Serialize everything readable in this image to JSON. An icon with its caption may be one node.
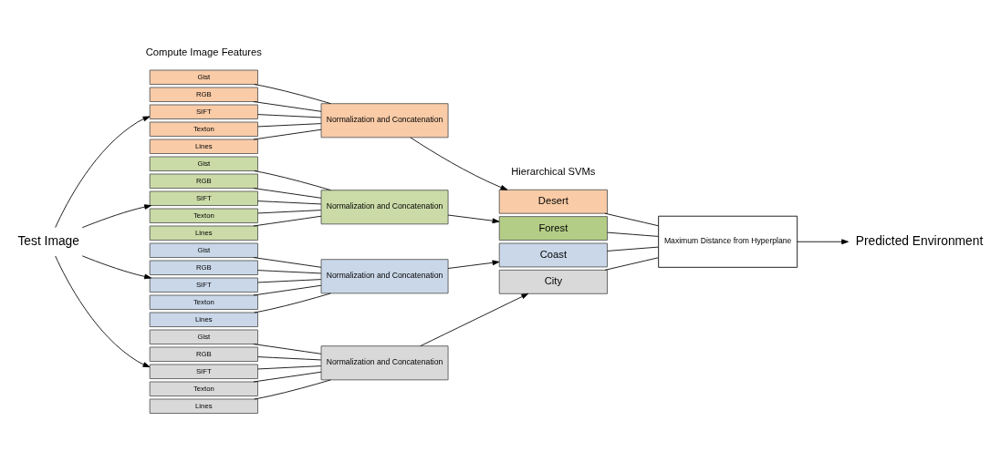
{
  "diagram": {
    "nodes": [
      {
        "text": [
          "Test Image"
        ]
      },
      {
        "text": [
          "Gist"
        ]
      },
      {
        "text": [
          "RGB"
        ]
      },
      {
        "text": [
          "SIFT"
        ]
      },
      {
        "text": [
          "Texton"
        ]
      },
      {
        "text": [
          "Lines"
        ]
      },
      {
        "text": [
          "Normalization and Concatenation"
        ]
      },
      {
        "text": [
          "Gist"
        ]
      },
      {
        "text": [
          "RGB"
        ]
      },
      {
        "text": [
          "SIFT"
        ]
      },
      {
        "text": [
          "Texton"
        ]
      },
      {
        "text": [
          "Lines"
        ]
      },
      {
        "text": [
          "Normalization and Concatenation"
        ]
      },
      {
        "text": [
          "Gist"
        ]
      },
      {
        "text": [
          "RGB"
        ]
      },
      {
        "text": [
          "SIFT"
        ]
      },
      {
        "text": [
          "Texton"
        ]
      },
      {
        "text": [
          "Lines"
        ]
      },
      {
        "text": [
          "Normalization and Concatenation"
        ]
      },
      {
        "text": [
          "Gist"
        ]
      },
      {
        "text": [
          "RGB"
        ]
      },
      {
        "text": [
          "SIFT"
        ]
      },
      {
        "text": [
          "Texton"
        ]
      },
      {
        "text": [
          "Lines"
        ]
      },
      {
        "text": [
          "Normalization and Concatenation"
        ]
      },
      {
        "text": [
          "Desert"
        ]
      },
      {
        "text": [
          "Forest"
        ]
      },
      {
        "text": [
          "Coast"
        ]
      },
      {
        "text": [
          "City"
        ]
      },
      {
        "text": [
          "Maximum Distance from Hyperplane"
        ]
      },
      {
        "text": [
          "Predicted Environment"
        ]
      }
    ],
    "edges": [
      {
        "from": 0,
        "to": 3,
        "arrow": "to"
      },
      {
        "from": 0,
        "to": 9,
        "arrow": "to"
      },
      {
        "from": 0,
        "to": 15,
        "arrow": "to"
      },
      {
        "from": 0,
        "to": 21,
        "arrow": "to"
      },
      {
        "from": 1,
        "to": 6,
        "arrow": "none"
      },
      {
        "from": 2,
        "to": 6,
        "arrow": "none"
      },
      {
        "from": 3,
        "to": 6,
        "arrow": "none"
      },
      {
        "from": 4,
        "to": 6,
        "arrow": "none"
      },
      {
        "from": 5,
        "to": 6,
        "arrow": "none"
      },
      {
        "from": 7,
        "to": 12,
        "arrow": "none"
      },
      {
        "from": 8,
        "to": 12,
        "arrow": "none"
      },
      {
        "from": 9,
        "to": 12,
        "arrow": "none"
      },
      {
        "from": 10,
        "to": 12,
        "arrow": "none"
      },
      {
        "from": 11,
        "to": 12,
        "arrow": "none"
      },
      {
        "from": 13,
        "to": 18,
        "arrow": "none"
      },
      {
        "from": 14,
        "to": 18,
        "arrow": "none"
      },
      {
        "from": 15,
        "to": 18,
        "arrow": "none"
      },
      {
        "from": 16,
        "to": 18,
        "arrow": "none"
      },
      {
        "from": 17,
        "to": 18,
        "arrow": "none"
      },
      {
        "from": 19,
        "to": 24,
        "arrow": "none"
      },
      {
        "from": 20,
        "to": 24,
        "arrow": "none"
      },
      {
        "from": 21,
        "to": 24,
        "arrow": "none"
      },
      {
        "from": 22,
        "to": 24,
        "arrow": "none"
      },
      {
        "from": 23,
        "to": 24,
        "arrow": "none"
      },
      {
        "from": 6,
        "to": 25,
        "arrow": "to"
      },
      {
        "from": 12,
        "to": 26,
        "arrow": "to"
      },
      {
        "from": 18,
        "to": 27,
        "arrow": "to"
      },
      {
        "from": 24,
        "to": 28,
        "arrow": "to"
      },
      {
        "from": 25,
        "to": 29,
        "arrow": "none"
      },
      {
        "from": 26,
        "to": 29,
        "arrow": "none"
      },
      {
        "from": 27,
        "to": 29,
        "arrow": "none"
      },
      {
        "from": 28,
        "to": 29,
        "arrow": "none"
      },
      {
        "from": 29,
        "to": 30,
        "arrow": "to"
      }
    ],
    "labels": [
      "Compute Image Features",
      "Hierarchical SVMs"
    ]
  }
}
